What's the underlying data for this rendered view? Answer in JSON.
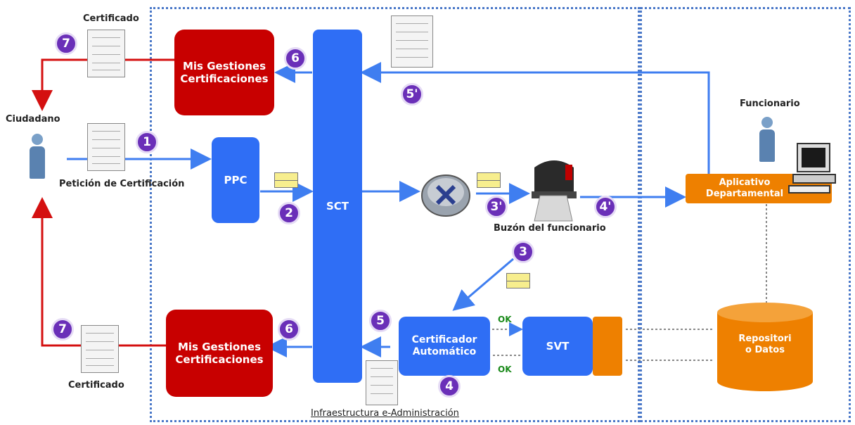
{
  "zones": {
    "infra_label": "Infraestructura e-Administración"
  },
  "blocks": {
    "mis_top": "Mis Gestiones Certificaciones",
    "mis_bottom": "Mis Gestiones Certificaciones",
    "ppc": "PPC",
    "sct": "SCT",
    "certificador": "Certificador Automático",
    "svt": "SVT",
    "aplicativo": "Aplicativo Departamental",
    "repositorio": "Repositori o Datos"
  },
  "labels": {
    "certificado_top": "Certificado",
    "certificado_bottom": "Certificado",
    "ciudadano": "Ciudadano",
    "peticion": "Petición de Certificación",
    "funcionario": "Funcionario",
    "buzon": "Buzón del funcionario",
    "ok_top": "OK",
    "ok_bottom": "OK"
  },
  "steps": {
    "s1": "1",
    "s2": "2",
    "s3": "3",
    "s3p": "3'",
    "s4": "4",
    "s4p": "4'",
    "s5": "5",
    "s5p": "5'",
    "s6_top": "6",
    "s6_bottom": "6",
    "s7_top": "7",
    "s7_bottom": "7"
  },
  "colors": {
    "red_block": "#c80000",
    "blue_block": "#2f6ef5",
    "orange_block": "#ee8000",
    "blue_arrow": "#3f7ef0",
    "red_arrow": "#d41010",
    "step_badge": "#6a2fb8",
    "ok_text": "#1a8a1a",
    "zone_border": "#4a78c8"
  }
}
